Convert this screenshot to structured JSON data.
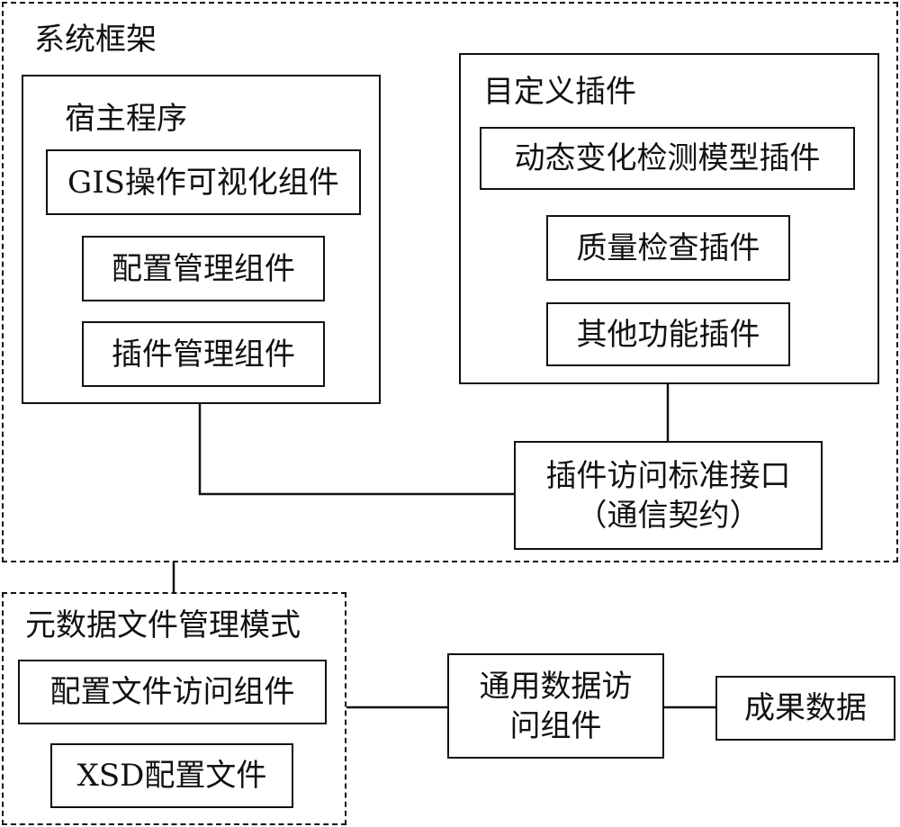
{
  "system_frame": {
    "title": "系统框架"
  },
  "host_program": {
    "title": "宿主程序",
    "components": [
      "GIS操作可视化组件",
      "配置管理组件",
      "插件管理组件"
    ]
  },
  "custom_plugins": {
    "title": "目定义插件",
    "plugins": [
      "动态变化检测模型插件",
      "质量检查插件",
      "其他功能插件"
    ]
  },
  "plugin_interface": {
    "line1": "插件访问标准接口",
    "line2": "（通信契约）"
  },
  "metadata_mode": {
    "title": "元数据文件管理模式",
    "items": [
      "配置文件访问组件",
      "XSD配置文件"
    ]
  },
  "data_access": {
    "line1": "通用数据访",
    "line2": "问组件"
  },
  "result_data": {
    "label": "成果数据"
  }
}
